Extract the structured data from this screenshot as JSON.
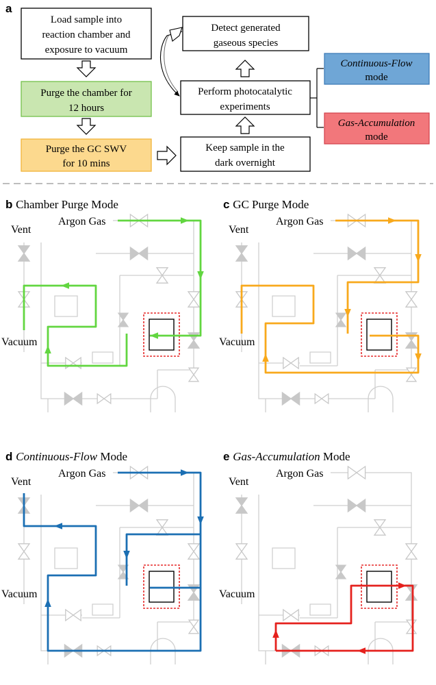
{
  "colors": {
    "green": "#62d640",
    "orange": "#f8a91c",
    "blue": "#1b6fb3",
    "red": "#e5211d",
    "green_box": "#c9e6b0",
    "yellow_box": "#fcd98e",
    "blue_box": "#6fa6d6",
    "red_box": "#f2777b",
    "pipe": "#cfcfcf",
    "valve": "#c8c8c8",
    "chamber_border": "#e52a2a"
  },
  "panel_a": {
    "letter": "a",
    "load_sample": [
      "Load sample into",
      "reaction chamber and",
      "exposure to vacuum"
    ],
    "purge_chamber": [
      "Purge the chamber for",
      "12 hours"
    ],
    "purge_gc": [
      "Purge the GC SWV",
      "for 10 mins"
    ],
    "keep_dark": [
      "Keep sample in the",
      "dark overnight"
    ],
    "perform": [
      "Perform photocatalytic",
      "experiments"
    ],
    "detect": [
      "Detect generated",
      "gaseous species"
    ],
    "cf_mode": {
      "name": "Continuous-Flow",
      "suffix": "mode"
    },
    "ga_mode": {
      "name": "Gas-Accumulation",
      "suffix": "mode"
    }
  },
  "panels": [
    {
      "letter": "b",
      "title": "Chamber Purge Mode",
      "title_italic": "",
      "argon": "Argon Gas",
      "vent": "Vent",
      "vacuum": "Vacuum"
    },
    {
      "letter": "c",
      "title": "GC Purge Mode",
      "title_italic": "",
      "argon": "Argon Gas",
      "vent": "Vent",
      "vacuum": "Vacuum"
    },
    {
      "letter": "d",
      "title": "Mode",
      "title_italic": "Continuous-Flow",
      "argon": "Argon Gas",
      "vent": "Vent",
      "vacuum": "Vacuum"
    },
    {
      "letter": "e",
      "title": "Mode",
      "title_italic": "Gas-Accumulation",
      "argon": "Argon Gas",
      "vent": "Vent",
      "vacuum": "Vacuum"
    }
  ]
}
